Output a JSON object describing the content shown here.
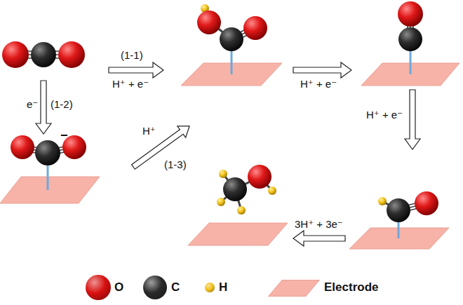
{
  "diagram": {
    "labels": [
      "(1-1)",
      "H⁺ + e⁻",
      "H⁺ + e⁻",
      "H⁺ + e⁻",
      "e⁻",
      "(1-2)",
      "H⁺",
      "(1-3)",
      "3H⁺ + 3e⁻",
      "−"
    ],
    "legend": [
      {
        "text": "O",
        "color": "#d81010"
      },
      {
        "text": "C",
        "color": "#2a2a2a"
      },
      {
        "text": "H",
        "color": "#f2c21a"
      },
      {
        "text": "Electrode",
        "color": "#f7b3a8"
      }
    ]
  }
}
